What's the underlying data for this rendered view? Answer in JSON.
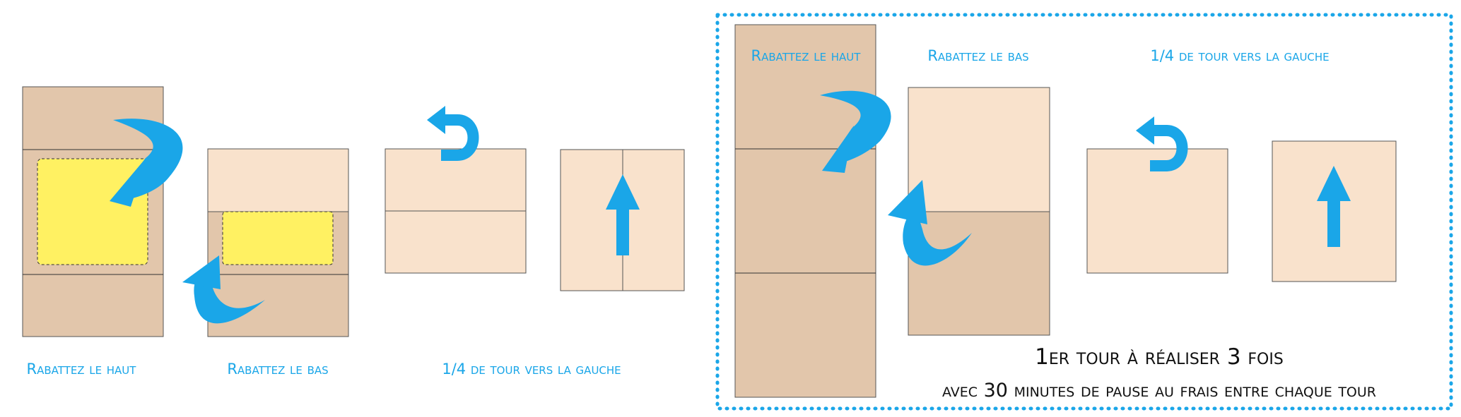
{
  "colors": {
    "dough_dark": "#e2c6ab",
    "dough_light": "#f9e2cc",
    "butter": "#fff162",
    "arrow": "#1aa6e8",
    "frame": "#1aa6e8",
    "note_text": "#111111"
  },
  "icons": {
    "fold_arrow": "curved-arrow-icon",
    "turn_arrow": "u-turn-arrow-icon",
    "up_arrow": "arrow-up-icon"
  },
  "captions": {
    "fold_top_1": "Rabattez le haut",
    "fold_bottom_1": "Rabattez le bas",
    "quarter_turn_1": "1/4 de tour vers la gauche",
    "fold_top_2": "Rabattez le haut",
    "fold_bottom_2": "Rabattez le bas",
    "quarter_turn_2": "1/4 de tour vers la gauche"
  },
  "repeat_note": {
    "line1": "1er tour à réaliser 3 fois",
    "line2": "avec 30 minutes de pause au frais entre chaque tour"
  }
}
